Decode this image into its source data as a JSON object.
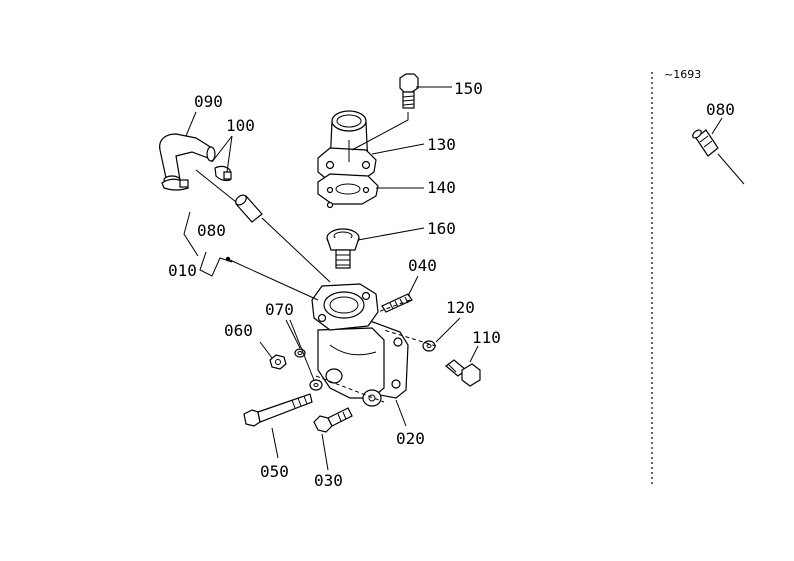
{
  "diagram": {
    "note": "~1693",
    "labels": {
      "p150": "150",
      "p090": "090",
      "p100": "100",
      "p130": "130",
      "p140": "140",
      "p080": "080",
      "p160": "160",
      "p010": "010",
      "p040": "040",
      "p070": "070",
      "p120": "120",
      "p060": "060",
      "p110": "110",
      "p020": "020",
      "p050": "050",
      "p030": "030",
      "p080b": "080"
    }
  }
}
